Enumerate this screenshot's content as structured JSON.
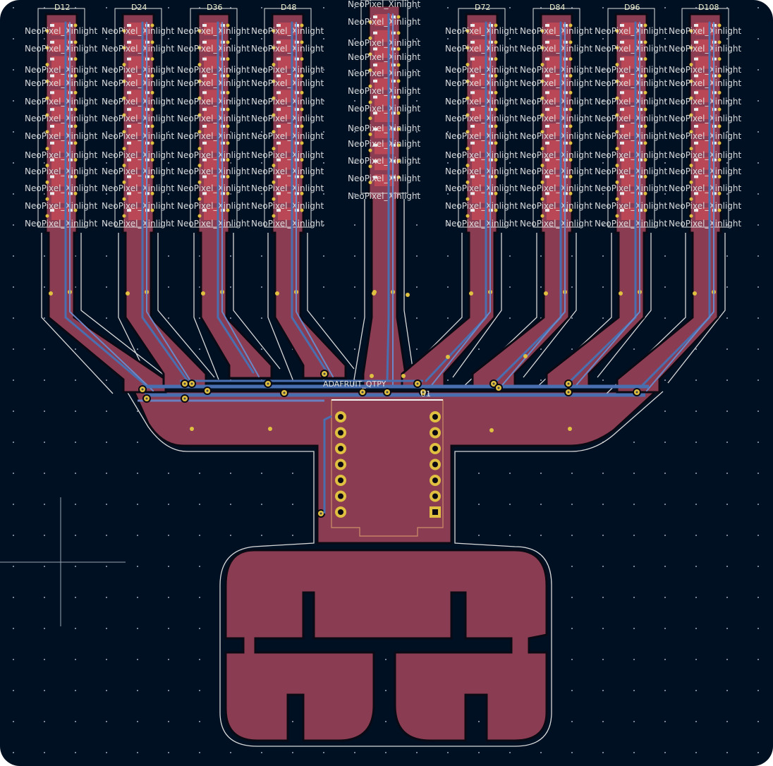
{
  "board": {
    "background_color": "#001023",
    "copper_color": "#8a3d52",
    "edge_color": "#d8d8d8",
    "trace_color": "#4a6fb0",
    "pad_color": "#e0c040"
  },
  "strips": [
    {
      "ref": "D12",
      "label": "NeoPixel_Xinlight"
    },
    {
      "ref": "D24",
      "label": "NeoPixel_Xinlight"
    },
    {
      "ref": "D36",
      "label": "NeoPixel_Xinlight"
    },
    {
      "ref": "D48",
      "label": "NeoPixel_Xinlight"
    },
    {
      "ref": "",
      "label": "NeoPixel_Xinlight"
    },
    {
      "ref": "D72",
      "label": "NeoPixel_Xinlight"
    },
    {
      "ref": "D84",
      "label": "NeoPixel_Xinlight"
    },
    {
      "ref": "D96",
      "label": "NeoPixel_Xinlight"
    },
    {
      "ref": "D108",
      "label": "NeoPixel_Xinlight"
    }
  ],
  "module": {
    "name": "ADAFRUIT_QTPY",
    "ref": "U1"
  }
}
